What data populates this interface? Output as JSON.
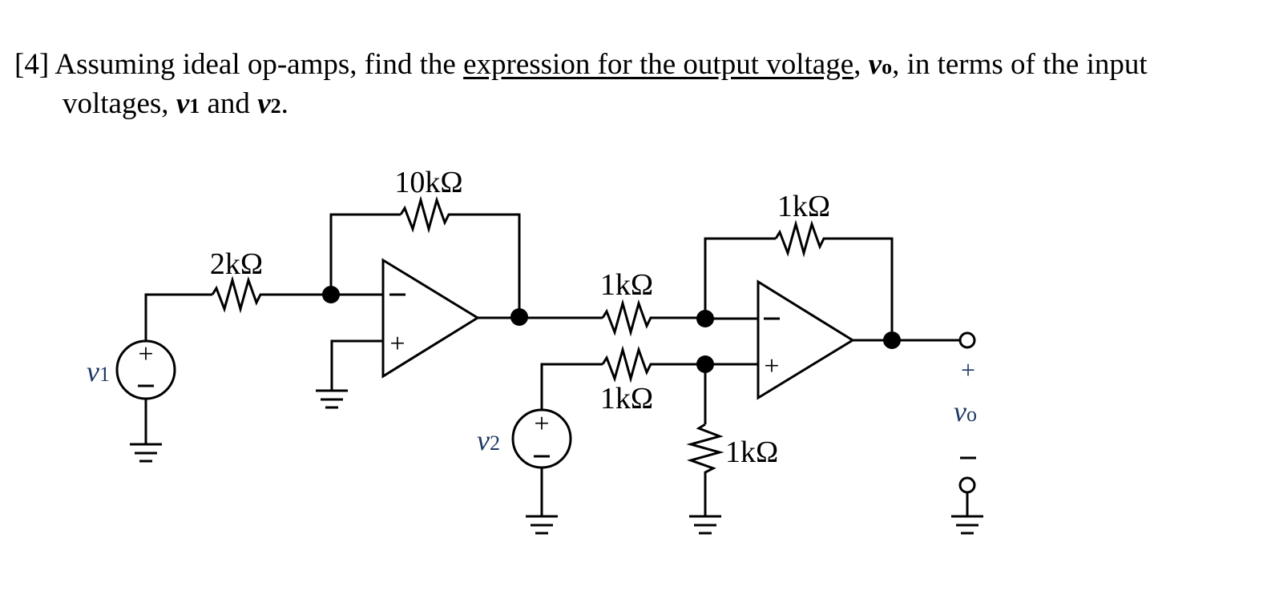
{
  "problem": {
    "number": "[4]",
    "text_a": " Assuming ideal op-amps, find the ",
    "text_underlined": "expression for the output voltage",
    "text_b": ", ",
    "vo_var": "v",
    "vo_sub": "o",
    "text_c": ", in terms of the input",
    "text_d": "voltages, ",
    "v1_var": "v",
    "v1_sub": "1",
    "text_e": " and ",
    "v2_var": "v",
    "v2_sub": "2",
    "text_f": "."
  },
  "circuit": {
    "resistors": {
      "r_input": "2kΩ",
      "r_feedback1": "10kΩ",
      "r_series_upper": "1kΩ",
      "r_series_lower": "1kΩ",
      "r_feedback2": "1kΩ",
      "r_ground": "1kΩ"
    },
    "sources": {
      "v1": {
        "var": "v",
        "sub": "1"
      },
      "v2": {
        "var": "v",
        "sub": "2"
      }
    },
    "output": {
      "var": "v",
      "sub": "o",
      "plus": "+",
      "minus": "−"
    },
    "opamp_signs": {
      "minus": "−",
      "plus": "+"
    },
    "source_signs": {
      "plus": "+",
      "minus": "−"
    }
  }
}
